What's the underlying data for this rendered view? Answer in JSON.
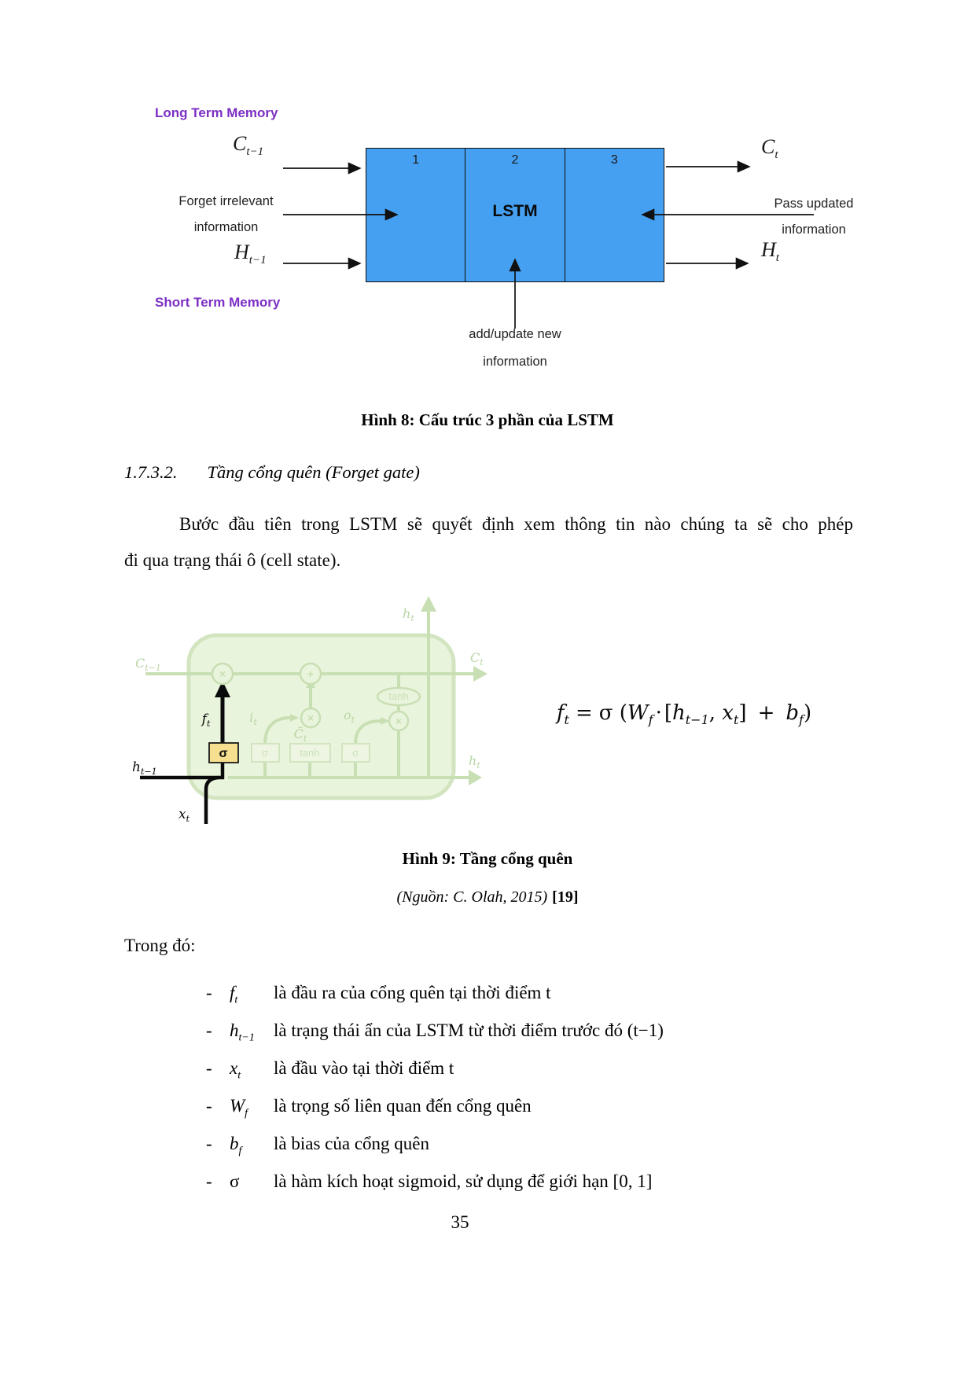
{
  "page_number": "35",
  "colors": {
    "memory_label_purple": "#7C2FC4",
    "lstm_box_blue": "#45A0F2",
    "figure9_faded_green": "#c8dfb4",
    "sigma_highlight_yellow": "#f6df8e"
  },
  "figure8": {
    "long_term_label": "Long Term Memory",
    "short_term_label": "Short Term Memory",
    "c_prev": {
      "base": "C",
      "sub": "t−1"
    },
    "h_prev": {
      "base": "H",
      "sub": "t−1"
    },
    "c_out": {
      "base": "C",
      "sub": "t"
    },
    "h_out": {
      "base": "H",
      "sub": "t"
    },
    "forget_note": {
      "line1": "Forget irrelevant",
      "line2": "information"
    },
    "pass_note": {
      "line1": "Pass updated",
      "line2": "information"
    },
    "add_note": {
      "line1": "add/update new",
      "line2": "information"
    },
    "box_sections": {
      "s1": "1",
      "s2": "2",
      "s3": "3"
    },
    "box_title": "LSTM",
    "caption": "Hình 8: Cấu trúc 3 phần của LSTM"
  },
  "section_heading": {
    "number": "1.7.3.2.",
    "title": "Tầng cổng quên (Forget gate)"
  },
  "paragraph": {
    "line1": "Bước đầu tiên trong LSTM sẽ quyết định xem thông tin nào chúng ta sẽ cho phép",
    "line2": "đi qua trạng thái ô (cell state)."
  },
  "figure9": {
    "labels": {
      "h_top": {
        "base": "h",
        "sub": "t"
      },
      "c_prev": {
        "base": "C",
        "sub": "t−1"
      },
      "c_out": {
        "base": "C",
        "sub": "t"
      },
      "f_gate": {
        "base": "f",
        "sub": "t"
      },
      "i_gate": {
        "base": "i",
        "sub": "t"
      },
      "c_tilde": {
        "base": "C̃",
        "sub": "t"
      },
      "o_gate": {
        "base": "o",
        "sub": "t"
      },
      "h_prev": {
        "base": "h",
        "sub": "t−1"
      },
      "x_in": {
        "base": "x",
        "sub": "t"
      },
      "h_right": {
        "base": "h",
        "sub": "t"
      },
      "sigma": "σ",
      "tanh": "tanh",
      "times": "×",
      "plus": "+"
    },
    "formula": {
      "lhs_base": "f",
      "lhs_sub": "t",
      "equals": "=",
      "sigma": "σ",
      "open_paren": "(",
      "w_base": "W",
      "w_sub": "f",
      "cdot": "·",
      "open_bracket": "[",
      "h_base": "h",
      "h_sub": "t−1",
      "comma": ",",
      "x_base": "x",
      "x_sub": "t",
      "close_bracket": "]",
      "plus": "+",
      "b_base": "b",
      "b_sub": "f",
      "close_paren": ")"
    },
    "caption": "Hình 9: Tầng cổng quên",
    "source": {
      "italic": "(Nguồn: C. Olah, 2015)",
      "ref": "[19]"
    }
  },
  "where": {
    "intro": "Trong đó:",
    "dash": "-",
    "items": [
      {
        "base": "f",
        "sub": "t",
        "text": "là đầu ra của cổng quên tại thời điểm t"
      },
      {
        "base": "h",
        "sub": "t−1",
        "text": "là trạng thái ẩn của LSTM từ thời điểm trước đó (t−1)"
      },
      {
        "base": "x",
        "sub": "t",
        "text": "là đầu vào tại thời điểm t"
      },
      {
        "base": "W",
        "sub": "f",
        "text": "là trọng số liên quan đến cổng quên"
      },
      {
        "base": "b",
        "sub": "f",
        "text": "là bias của cổng quên"
      },
      {
        "base": "σ",
        "sub": "",
        "text": "là hàm kích hoạt sigmoid, sử dụng để giới hạn [0, 1]"
      }
    ]
  }
}
